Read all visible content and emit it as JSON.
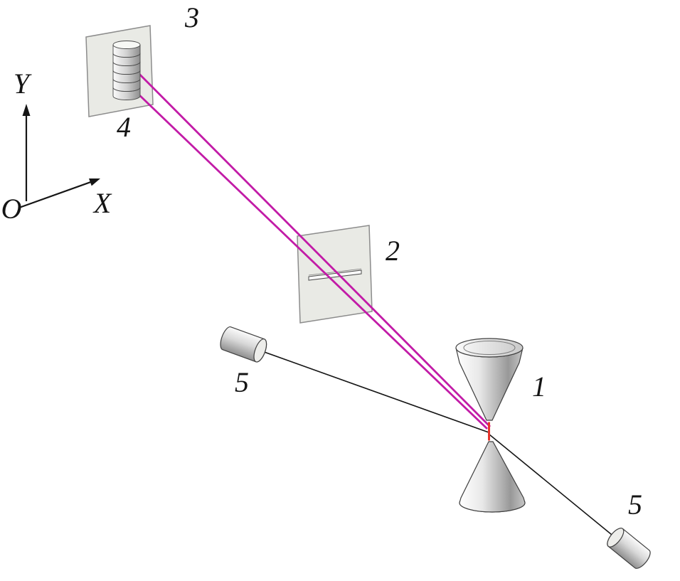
{
  "figure": {
    "background": "#ffffff"
  },
  "colors": {
    "beam": "#c21ba7",
    "sample": "#e8342b",
    "plate_fill": "#e9eae5",
    "plate_stroke": "#8c8c8c",
    "outline": "#3f3f3f"
  },
  "labels": {
    "origin": "O",
    "axis_x": "X",
    "axis_y": "Y",
    "anvil_cell": "1",
    "slit_plate": "2",
    "detector_plate": "3",
    "sample_stack": "4",
    "detector_left": "5",
    "detector_right": "5"
  }
}
